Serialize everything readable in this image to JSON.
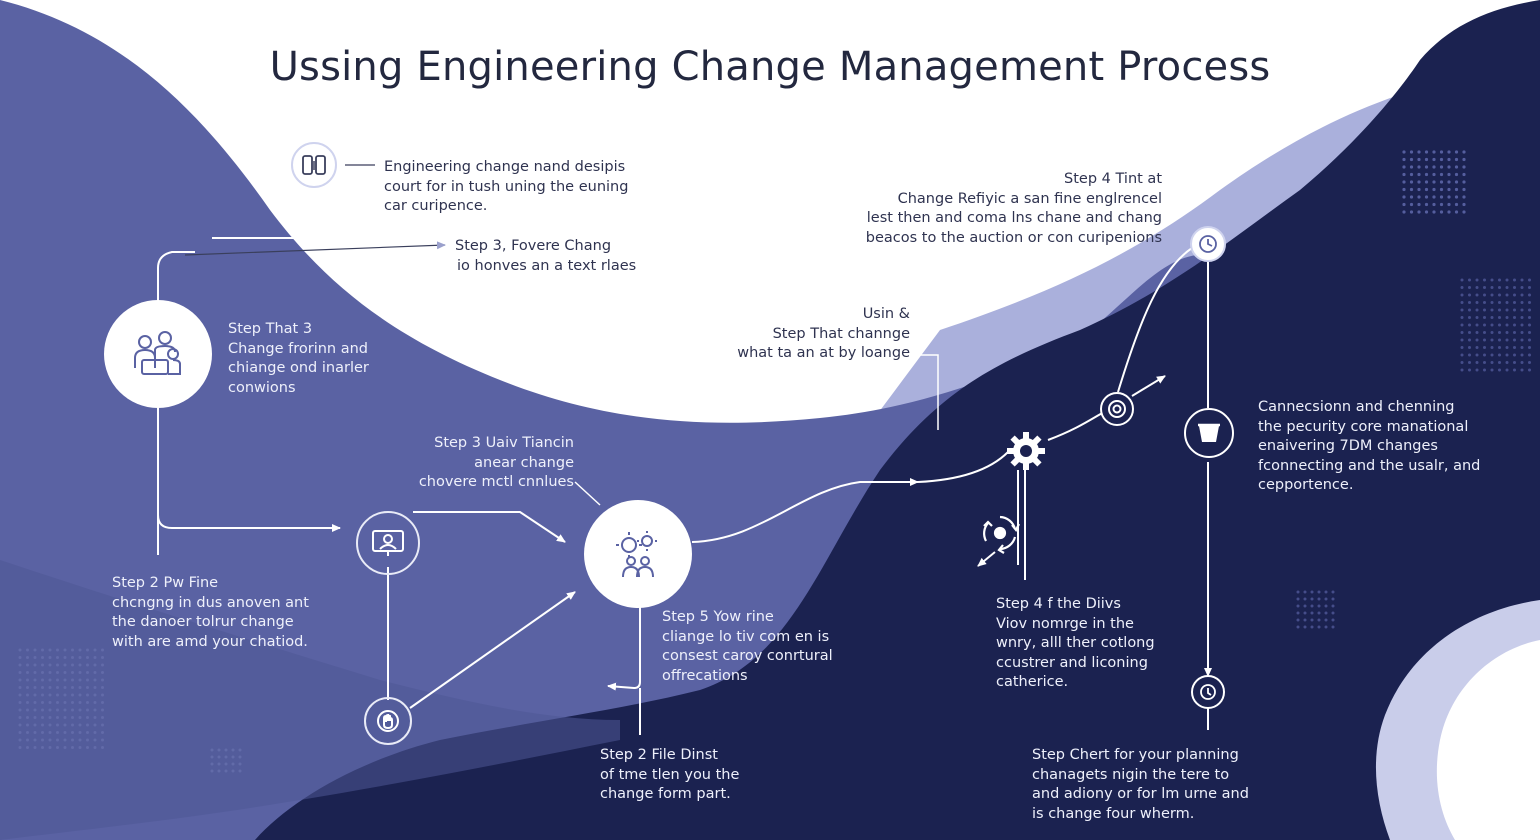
{
  "title": "Ussing Engineering Change Management Process",
  "colors": {
    "navy": "#1b2250",
    "periwinkle": "#5a62a3",
    "light_periwinkle": "#aab0dc",
    "white": "#ffffff",
    "text_dark": "#2f3350",
    "text_light": "#eef0fb"
  },
  "callouts": {
    "top_note": [
      "Engineering change nand desipis",
      "court for in tush uning the euning",
      "car curipence."
    ],
    "step_forever": [
      "Step 3, Fovere Chang",
      "io honves an a text rlaes"
    ],
    "step_that_3": [
      "Step That 3",
      "Change frorinn and",
      "chiange ond inarler",
      "conwions"
    ],
    "step_2_fine": [
      "Step 2 Pw Fine",
      "chcngng in dus anoven ant",
      "the danoer tolrur change",
      "with are amd your chatiod."
    ],
    "step_3_uaiv": [
      "Step 3 Uaiv Tiancin",
      "anear change",
      "chovere mctl cnnlues"
    ],
    "step_5": [
      "Step 5 Yow rine",
      "cliange lo tiv com en is",
      "consest caroy conrtural",
      "offrecations"
    ],
    "step_2_file": [
      "Step 2 File Dinst",
      "of tme tlen you the",
      "change form part."
    ],
    "usin": [
      "Usin &",
      "Step That channge",
      "what ta an at by loange"
    ],
    "step_4_tint": [
      "Step 4 Tint at",
      "Change Refiyic a san fine englrencel",
      "lest then and coma lns chane and chang",
      "beacos to the auction or con curipenions"
    ],
    "connection": [
      "Cannecsionn and chenning",
      "the pecurity core manational",
      "enaivering 7DM changes",
      "fconnecting and the usalr, and",
      "cepportence."
    ],
    "step_4_diivs": [
      "Step 4 f the Diivs",
      "Viov nomrge in the",
      "wnry, alll ther cotlong",
      "ccustrer and liconing",
      "catherice."
    ],
    "step_chert": [
      "Step Chert for your planning",
      "chanagets nigin the tere to",
      "and adiony or for lm urne and",
      "is change four wherm."
    ]
  },
  "icons": {
    "top": "document-icon",
    "team": "people-icon",
    "presentation": "presentation-icon",
    "hub": "gears-people-icon",
    "bottom_left": "hand-icon",
    "gear": "gear-icon",
    "recycle": "recycle-icon",
    "target": "target-icon",
    "clock": "clock-icon",
    "box": "box-icon",
    "timer": "timer-icon"
  }
}
